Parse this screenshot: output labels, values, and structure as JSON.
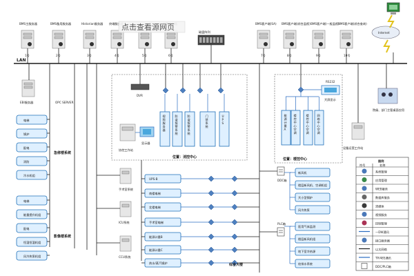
{
  "watermark": "点击查看源网页",
  "lan_label": "LAN",
  "servers": [
    {
      "label": "BMS主服务器",
      "num": "1号"
    },
    {
      "label": "BMS备用服务器",
      "num": "2号"
    },
    {
      "label": "Historian服务器",
      "num": "3号"
    },
    {
      "label": "终端服务器",
      "num": "4号"
    },
    {
      "label": "",
      "num": "5号"
    },
    {
      "label": "前置服务器",
      "num": "6号"
    },
    {
      "label": "BMS客户端(SA)",
      "num": "7号"
    },
    {
      "label": "BMS客户端(综合监视)",
      "num": "8号"
    },
    {
      "label": "BMS客户端(一般监视)",
      "num": "9号"
    },
    {
      "label": "BMS客户端(综合查询)",
      "num": "10号"
    }
  ],
  "disk_array": "磁盘阵列",
  "internet": "Internet",
  "ebi_server": "EBI服务器",
  "opc_server": "OPC SERVER",
  "jixiu_title": "急修楼系统",
  "jixiu_items": [
    "电梯",
    "锅炉",
    "配电",
    "消防",
    "冷水机组"
  ],
  "yingxiang_title": "影像楼系统",
  "yingxiang_items": [
    "电梯",
    "能量提升机组",
    "配电",
    "恒温恒湿机组",
    "风冷热泵机组"
  ],
  "dvr": "DVR",
  "fire_center_sub": [
    "视频服务器",
    "防盗报警系统",
    "防盗报警系统",
    "门禁系统",
    "UPS"
  ],
  "fire_center": "位置：消控中心",
  "control_station": "协控工作站",
  "monitor": "显示器",
  "manual_panels": [
    "手术室系统",
    "ICU系统",
    "CCU系统"
  ],
  "middle_items": [
    "UPS-B",
    "南楼电梯",
    "北楼电梯",
    "手术室电梯",
    "能源计量B",
    "能源计量C",
    "热水/蒸汽锅炉"
  ],
  "building_center": "位置：楼控中心",
  "building_sub": [
    "能源计量A",
    "楼控中心空调",
    "楼控中心空调",
    "网络中心空调"
  ],
  "rs232": "RS232",
  "big_screen": "大屏显示",
  "equip_station": "设备运营工作站",
  "dept_head": "院级、部门主管桌面应用",
  "ddc_box": "DDC箱",
  "ddc_items": [
    "新风机",
    "楼层新风机、空调机组",
    "大小型锅炉",
    "风冷热泵"
  ],
  "plc_box": "PLC箱",
  "plc_items": [
    "医用气体监测",
    "楼层新风机组",
    "地下室冷热源",
    "给排水系统"
  ],
  "main_building": "综合大楼",
  "legend": {
    "title": "图例",
    "col_symbol": "符号",
    "col_desc": "名称",
    "rows": [
      "系统管理",
      "应用管理",
      "WEB服务",
      "数据库服务",
      "流媒体",
      "视频服务",
      "控制管理",
      "—DW通讯",
      "接口服务器",
      "以太网络",
      "TP/485通讯",
      "DDC/PLC箱"
    ]
  }
}
